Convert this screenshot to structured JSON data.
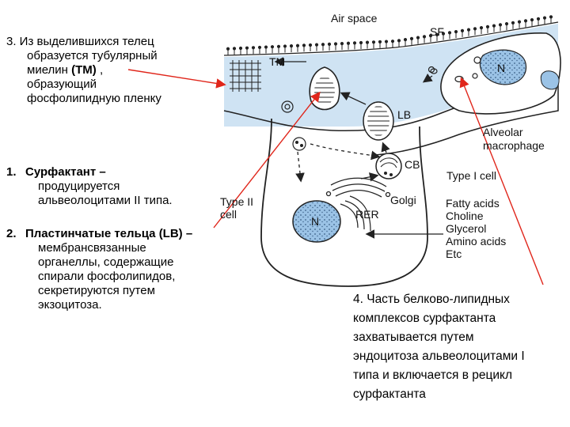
{
  "notes": {
    "note3": {
      "lines": [
        "3.  Из выделившихся телец",
        "образуется тубулярный",
        "миелин ",
        "образующий",
        "фосфолипидную пленку"
      ],
      "tm_marker": "(ТМ)",
      "tm_tail": " ,"
    },
    "note1": {
      "number": "1.",
      "title": "Сурфактант –",
      "lines": [
        "продуцируется",
        "альвеолоцитами II типа."
      ]
    },
    "note2": {
      "number": "2.",
      "title": "Пластинчатые тельца (LB) –",
      "lines": [
        "мембрансвязанные",
        "органеллы, содержащие",
        "спирали фосфолипидов,",
        "секретируются путем",
        "экзоцитоза."
      ]
    },
    "note4": {
      "lines": [
        "4. Часть белково-липидных",
        "комплексов сурфактанта",
        "захватывается путем",
        "эндоцитоза альвеолоцитами I",
        "типа  и включается в рецикл",
        "сурфактанта"
      ]
    }
  },
  "diagram": {
    "air_space": "Air space",
    "sf": "SF",
    "tm": "TM",
    "lb": "LB",
    "cb": "CB",
    "golgi": "Golgi",
    "rer": "RER",
    "n_type2": "N",
    "n_macro": "N",
    "type2_line1": "Type II",
    "type2_line2": "cell",
    "type1": "Type I cell",
    "macro_line1": "Alveolar",
    "macro_line2": "macrophage",
    "inputs": [
      "Fatty acids",
      "Choline",
      "Glycerol",
      "Amino acids",
      "Etc"
    ]
  },
  "colors": {
    "fluid": "#cfe3f3",
    "nucleus": "#9bc3e6",
    "outline": "#222222",
    "pointer": "#e0261b"
  }
}
